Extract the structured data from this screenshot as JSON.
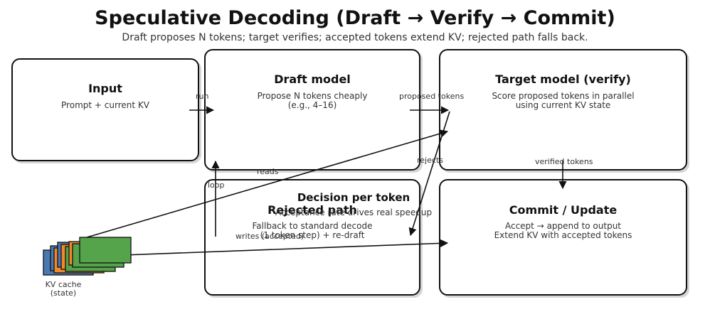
{
  "title": "Speculative Decoding (Draft → Verify → Commit)",
  "subtitle": "Draft proposes N tokens; target verifies; accepted tokens extend KV; rejected path falls back.",
  "nodes": {
    "input": {
      "title": "Input",
      "desc": "Prompt + current KV"
    },
    "draft": {
      "title": "Draft model",
      "desc1": "Propose N tokens cheaply",
      "desc2": "(e.g., 4–16)"
    },
    "target": {
      "title": "Target model (verify)",
      "desc1": "Score proposed tokens in parallel",
      "desc2": "using current KV state"
    },
    "rejected": {
      "title": "Rejected path",
      "desc1": "Fallback to standard decode",
      "desc2": "(1 token step) + re-draft"
    },
    "commit": {
      "title": "Commit / Update",
      "desc1": "Accept → append to output",
      "desc2": "Extend KV with accepted tokens"
    },
    "decision": {
      "title": "Decision per token",
      "desc": "Acceptance rate drives real speedup"
    },
    "kv": {
      "line1": "KV cache",
      "line2": "(state)"
    }
  },
  "edges": {
    "run": "run",
    "proposed": "proposed tokens",
    "verified": "verified tokens",
    "rejects": "rejects",
    "reads": "reads",
    "loop": "loop",
    "writes": "writes (accepted)"
  },
  "colors": {
    "stroke": "#111111",
    "kv_blue": "#4a78b0",
    "kv_orange": "#f0892a",
    "kv_green": "#55a34a"
  }
}
